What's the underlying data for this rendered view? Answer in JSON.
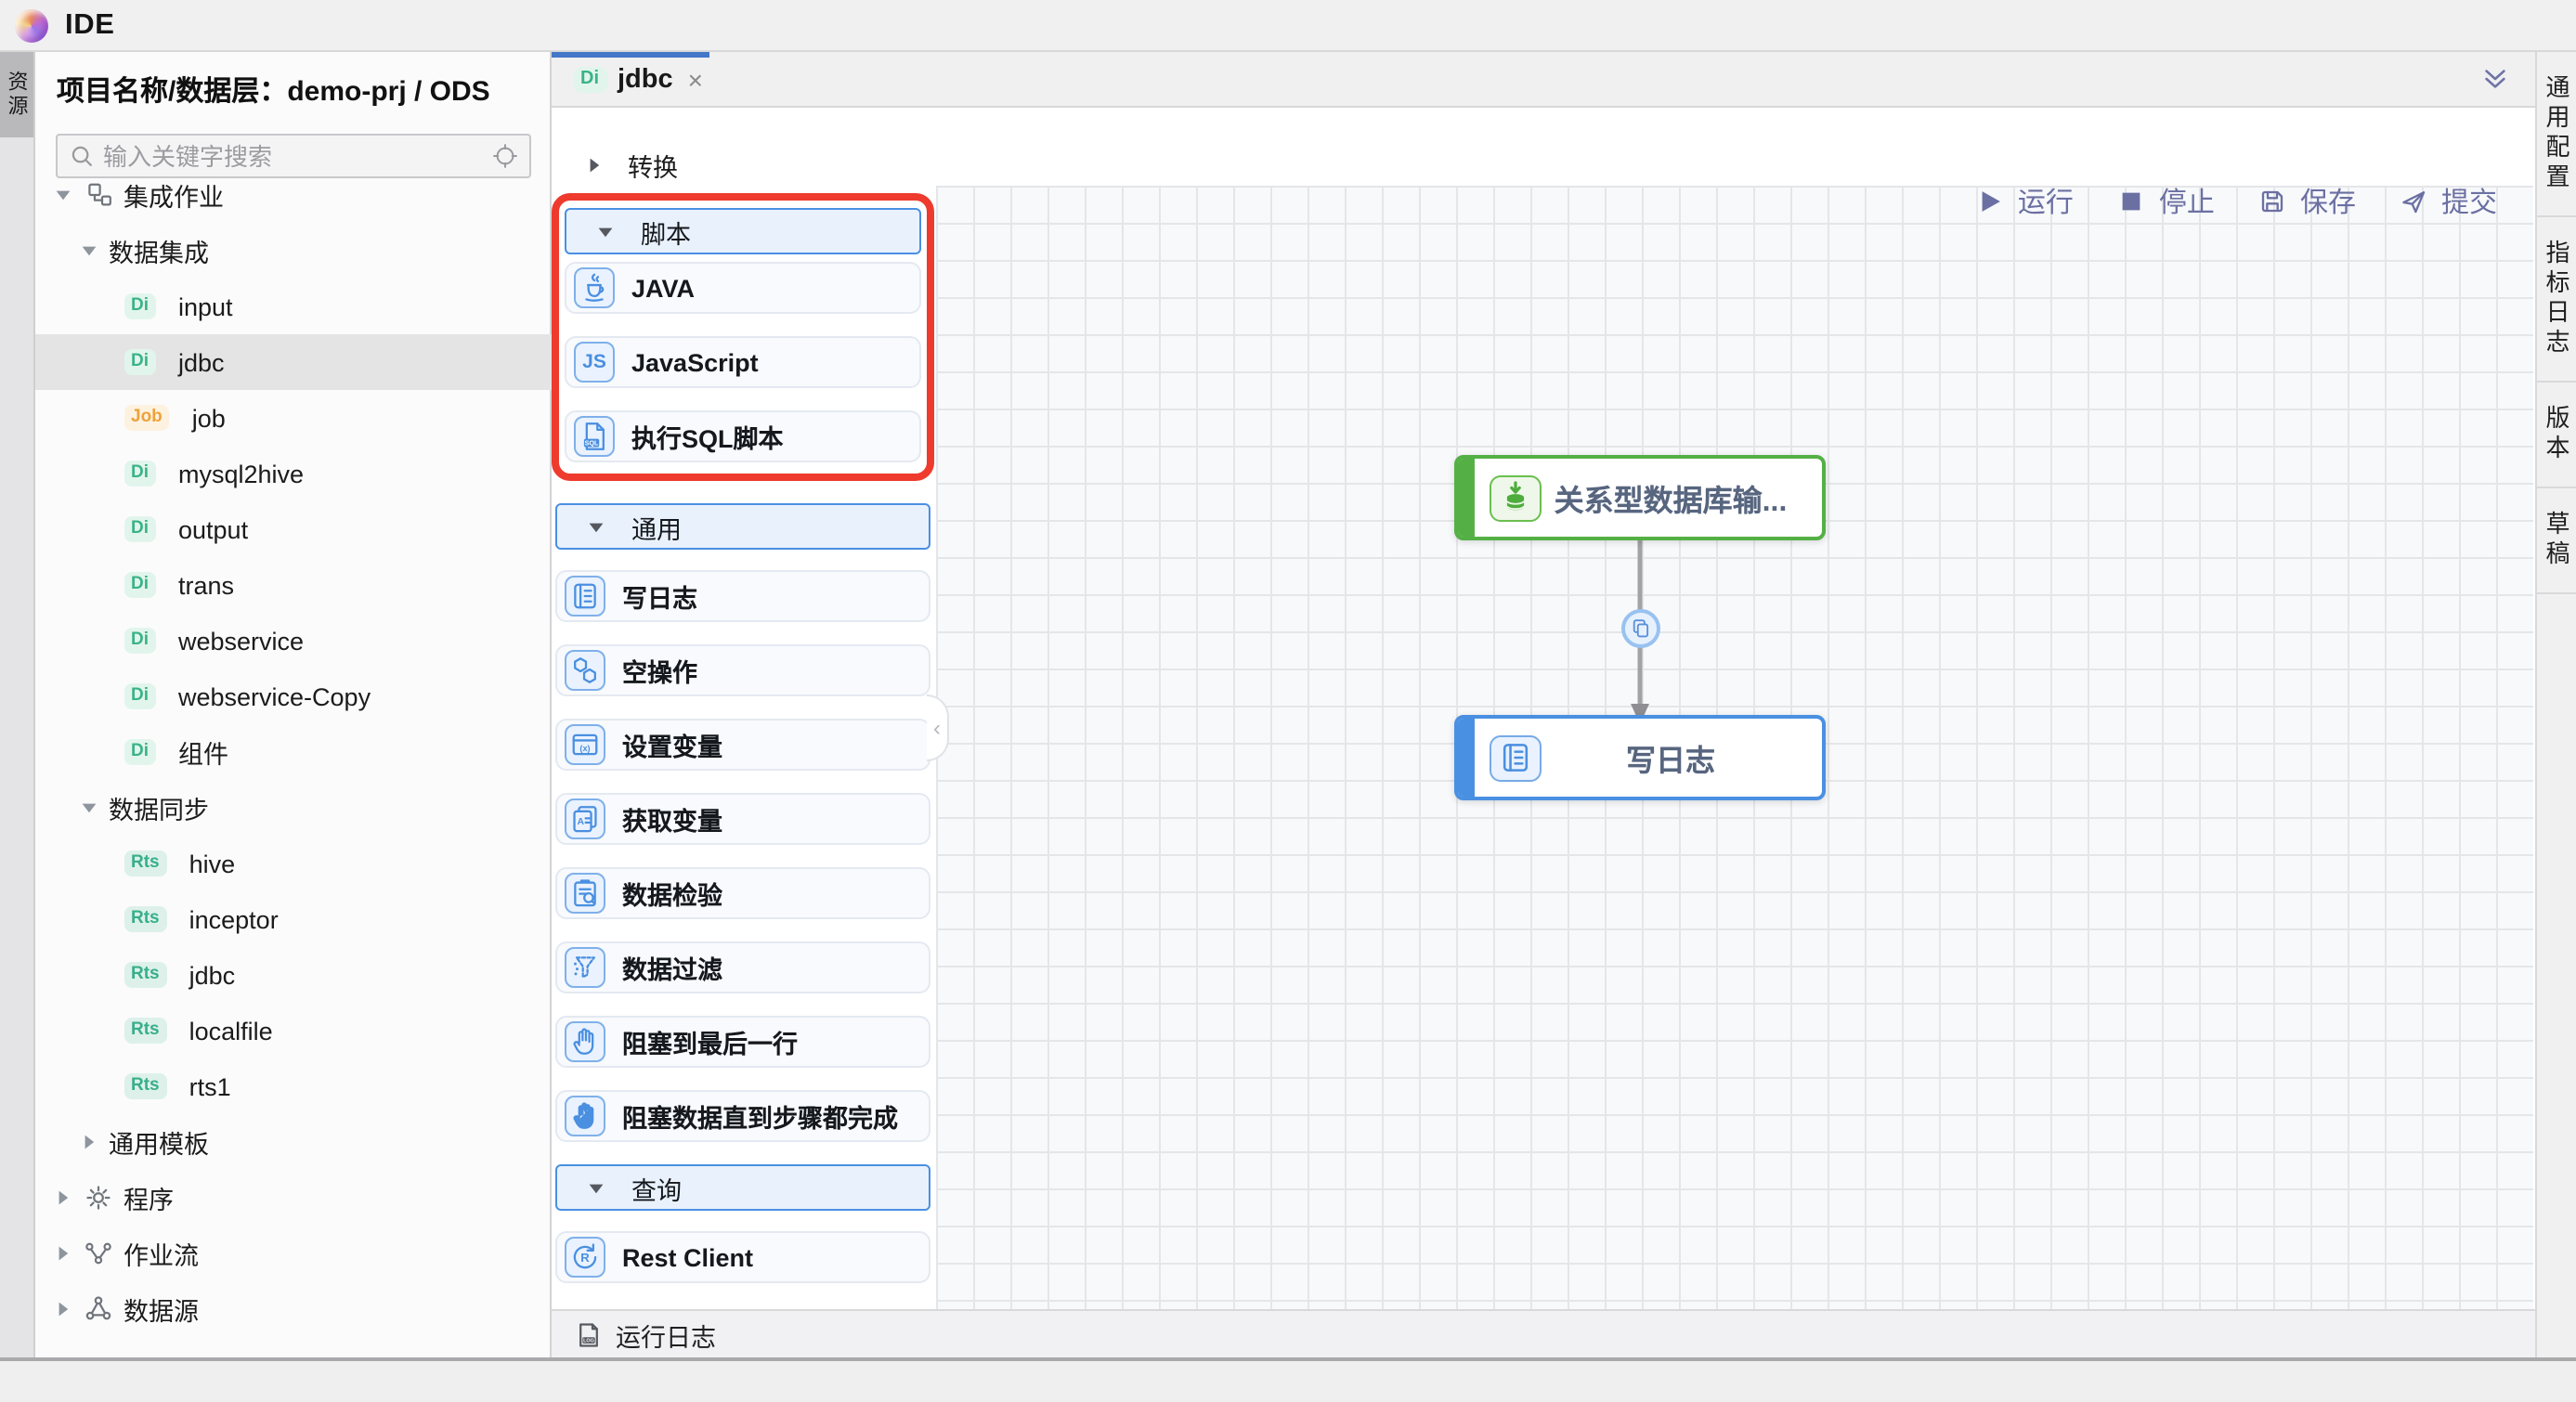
{
  "app": {
    "title": "IDE"
  },
  "left_rail": {
    "active_tab": "资源"
  },
  "sidebar": {
    "header_label": "项目名称/数据层：",
    "header_value": "demo-prj / ODS",
    "search_placeholder": "输入关键字搜索",
    "search_icon": "search-icon",
    "locate_icon": "locate-icon",
    "tree": [
      {
        "label": "集成作业",
        "level": 1,
        "arrow": "down",
        "icon": "org-chart-icon"
      },
      {
        "label": "数据集成",
        "level": 2,
        "arrow": "down"
      },
      {
        "label": "input",
        "level": 3,
        "badge": "Di"
      },
      {
        "label": "jdbc",
        "level": 3,
        "badge": "Di",
        "selected": true
      },
      {
        "label": "job",
        "level": 3,
        "badge": "Job"
      },
      {
        "label": "mysql2hive",
        "level": 3,
        "badge": "Di"
      },
      {
        "label": "output",
        "level": 3,
        "badge": "Di"
      },
      {
        "label": "trans",
        "level": 3,
        "badge": "Di"
      },
      {
        "label": "webservice",
        "level": 3,
        "badge": "Di"
      },
      {
        "label": "webservice-Copy",
        "level": 3,
        "badge": "Di"
      },
      {
        "label": "组件",
        "level": 3,
        "badge": "Di"
      },
      {
        "label": "数据同步",
        "level": 2,
        "arrow": "down"
      },
      {
        "label": "hive",
        "level": 3,
        "badge": "Rts"
      },
      {
        "label": "inceptor",
        "level": 3,
        "badge": "Rts"
      },
      {
        "label": "jdbc",
        "level": 3,
        "badge": "Rts"
      },
      {
        "label": "localfile",
        "level": 3,
        "badge": "Rts"
      },
      {
        "label": "rts1",
        "level": 3,
        "badge": "Rts"
      },
      {
        "label": "通用模板",
        "level": 2,
        "arrow": "right"
      },
      {
        "label": "程序",
        "level": 1,
        "arrow": "right",
        "icon": "gear-icon"
      },
      {
        "label": "作业流",
        "level": 1,
        "arrow": "right",
        "icon": "workflow-icon"
      },
      {
        "label": "数据源",
        "level": 1,
        "arrow": "right",
        "icon": "datasource-icon"
      }
    ]
  },
  "editor": {
    "tab": {
      "badge": "Di",
      "label": "jdbc",
      "close": "×"
    },
    "toolbar": [
      {
        "label": "运行",
        "icon": "run-icon"
      },
      {
        "label": "停止",
        "icon": "stop-icon"
      },
      {
        "label": "保存",
        "icon": "save-icon"
      },
      {
        "label": "提交",
        "icon": "submit-icon"
      }
    ],
    "collapse_icon": "chevrons-down-icon"
  },
  "palette": {
    "sections": [
      {
        "label": "转换",
        "collapsed": true
      },
      {
        "label": "脚本",
        "highlighted": true,
        "items": [
          {
            "label": "JAVA",
            "icon": "java-icon"
          },
          {
            "label": "JavaScript",
            "icon": "javascript-icon"
          },
          {
            "label": "执行SQL脚本",
            "icon": "sql-script-icon"
          }
        ]
      },
      {
        "label": "通用",
        "items": [
          {
            "label": "写日志",
            "icon": "write-log-icon"
          },
          {
            "label": "空操作",
            "icon": "noop-icon"
          },
          {
            "label": "设置变量",
            "icon": "set-variable-icon"
          },
          {
            "label": "获取变量",
            "icon": "get-variable-icon"
          },
          {
            "label": "数据检验",
            "icon": "data-check-icon"
          },
          {
            "label": "数据过滤",
            "icon": "data-filter-icon"
          },
          {
            "label": "阻塞到最后一行",
            "icon": "block-last-row-icon"
          },
          {
            "label": "阻塞数据直到步骤都完成",
            "icon": "block-steps-icon"
          }
        ]
      },
      {
        "label": "查询",
        "items": [
          {
            "label": "Rest Client",
            "icon": "rest-client-icon"
          }
        ]
      }
    ]
  },
  "canvas": {
    "nodes": [
      {
        "title": "关系型数据库输...",
        "variant": "green",
        "icon": "db-input-icon"
      },
      {
        "title": "写日志",
        "variant": "blue",
        "icon": "write-log-icon"
      }
    ],
    "edge": {
      "icon": "copy-icon"
    }
  },
  "bottom_bar": {
    "label": "运行日志",
    "icon": "log-icon"
  },
  "right_rail": {
    "tabs": [
      "通用配置",
      "指标日志",
      "版本",
      "草稿"
    ]
  },
  "colors": {
    "accent_blue": "#4a90e2",
    "accent_green": "#54b045",
    "highlight_red": "#ee3b2d",
    "toolbar_purple": "#6b70a2",
    "tab_indicator": "#4477c8",
    "badge_di": "#3ab389",
    "badge_job": "#eda23c",
    "badge_rts": "#38af89",
    "node_title": "#57657f"
  }
}
